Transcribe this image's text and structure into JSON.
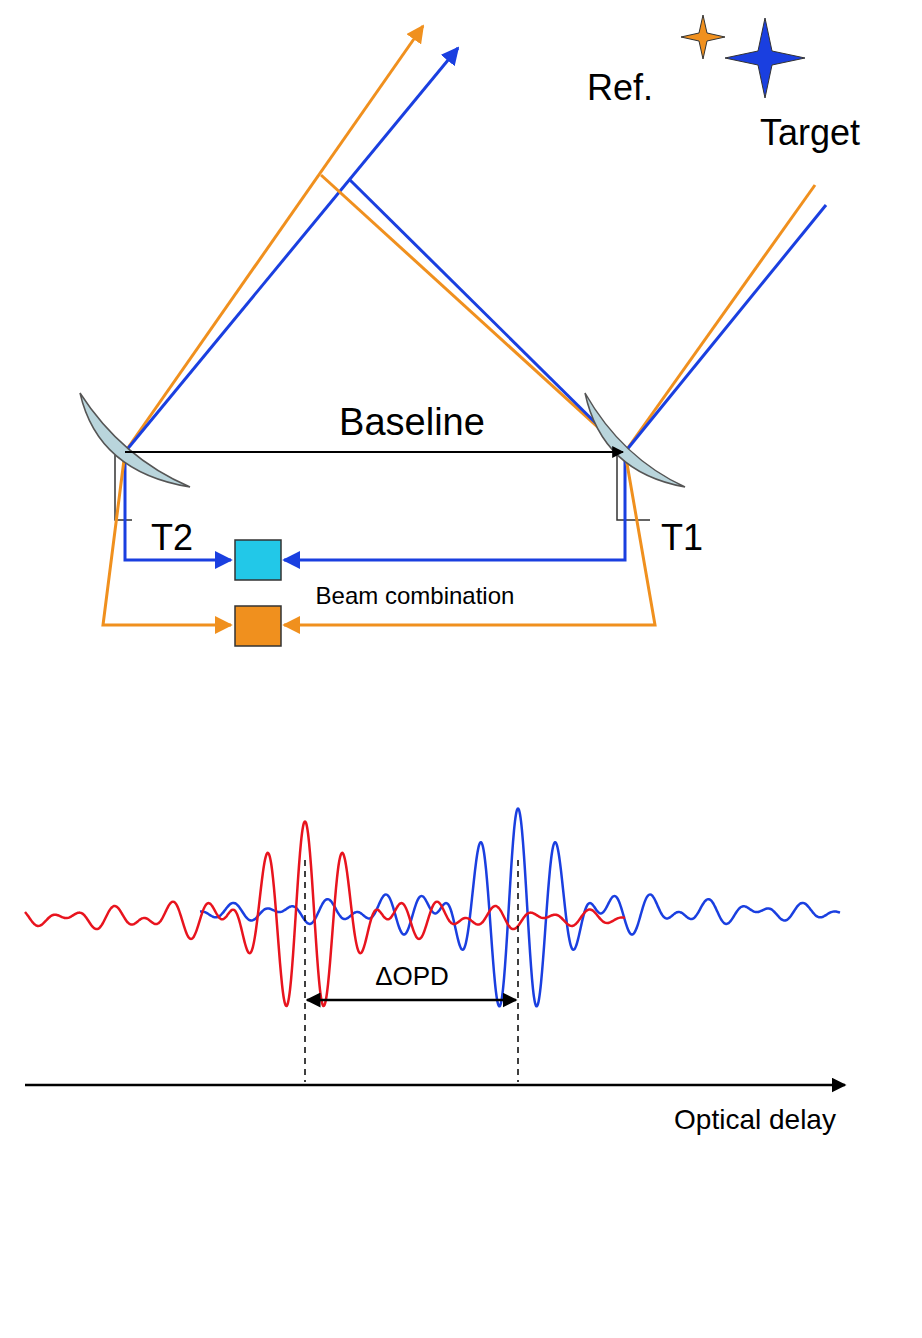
{
  "diagram": {
    "labels": [
      "Ref.",
      "Target",
      "Baseline",
      "T2",
      "T1",
      "Beam combination",
      "ΔOPD",
      "Optical delay"
    ]
  }
}
